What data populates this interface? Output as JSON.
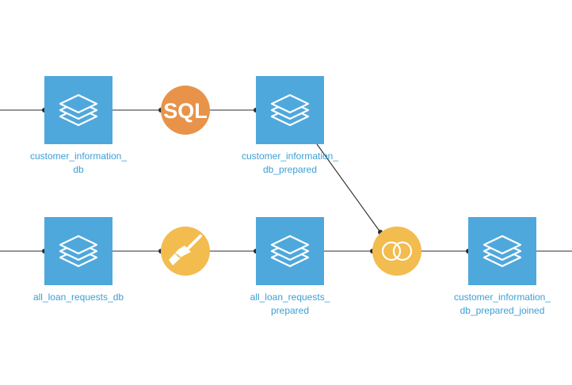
{
  "colors": {
    "dataset_blue": "#4fa8dc",
    "recipe_orange": "#e8934a",
    "recipe_yellow": "#f2bc4f",
    "link_line": "#2b2b2b",
    "label_text": "#3b9fd6"
  },
  "nodes": [
    {
      "id": "customer_information_db",
      "kind": "dataset",
      "icon": "stacked-layers-icon",
      "label_lines": [
        "customer_information_",
        "db"
      ]
    },
    {
      "id": "sql_recipe",
      "kind": "recipe",
      "icon": "sql-icon",
      "text": "SQL",
      "color": "orange"
    },
    {
      "id": "customer_information_db_prepared",
      "kind": "dataset",
      "icon": "stacked-layers-icon",
      "label_lines": [
        "customer_information_",
        "db_prepared"
      ]
    },
    {
      "id": "all_loan_requests_db",
      "kind": "dataset",
      "icon": "stacked-layers-icon",
      "label_lines": [
        "all_loan_requests_db"
      ]
    },
    {
      "id": "prepare_recipe",
      "kind": "recipe",
      "icon": "broom-icon",
      "color": "yellow"
    },
    {
      "id": "all_loan_requests_prepared",
      "kind": "dataset",
      "icon": "stacked-layers-icon",
      "label_lines": [
        "all_loan_requests_",
        "prepared"
      ]
    },
    {
      "id": "join_recipe",
      "kind": "recipe",
      "icon": "join-icon",
      "color": "yellow"
    },
    {
      "id": "customer_information_db_prepared_joined",
      "kind": "dataset",
      "icon": "stacked-layers-icon",
      "label_lines": [
        "customer_information_",
        "db_prepared_joined"
      ]
    }
  ],
  "edges": [
    [
      "in_top",
      "customer_information_db"
    ],
    [
      "customer_information_db",
      "sql_recipe"
    ],
    [
      "sql_recipe",
      "customer_information_db_prepared"
    ],
    [
      "customer_information_db_prepared",
      "join_recipe"
    ],
    [
      "in_bottom",
      "all_loan_requests_db"
    ],
    [
      "all_loan_requests_db",
      "prepare_recipe"
    ],
    [
      "prepare_recipe",
      "all_loan_requests_prepared"
    ],
    [
      "all_loan_requests_prepared",
      "join_recipe"
    ],
    [
      "join_recipe",
      "customer_information_db_prepared_joined"
    ],
    [
      "customer_information_db_prepared_joined",
      "out_right"
    ]
  ]
}
